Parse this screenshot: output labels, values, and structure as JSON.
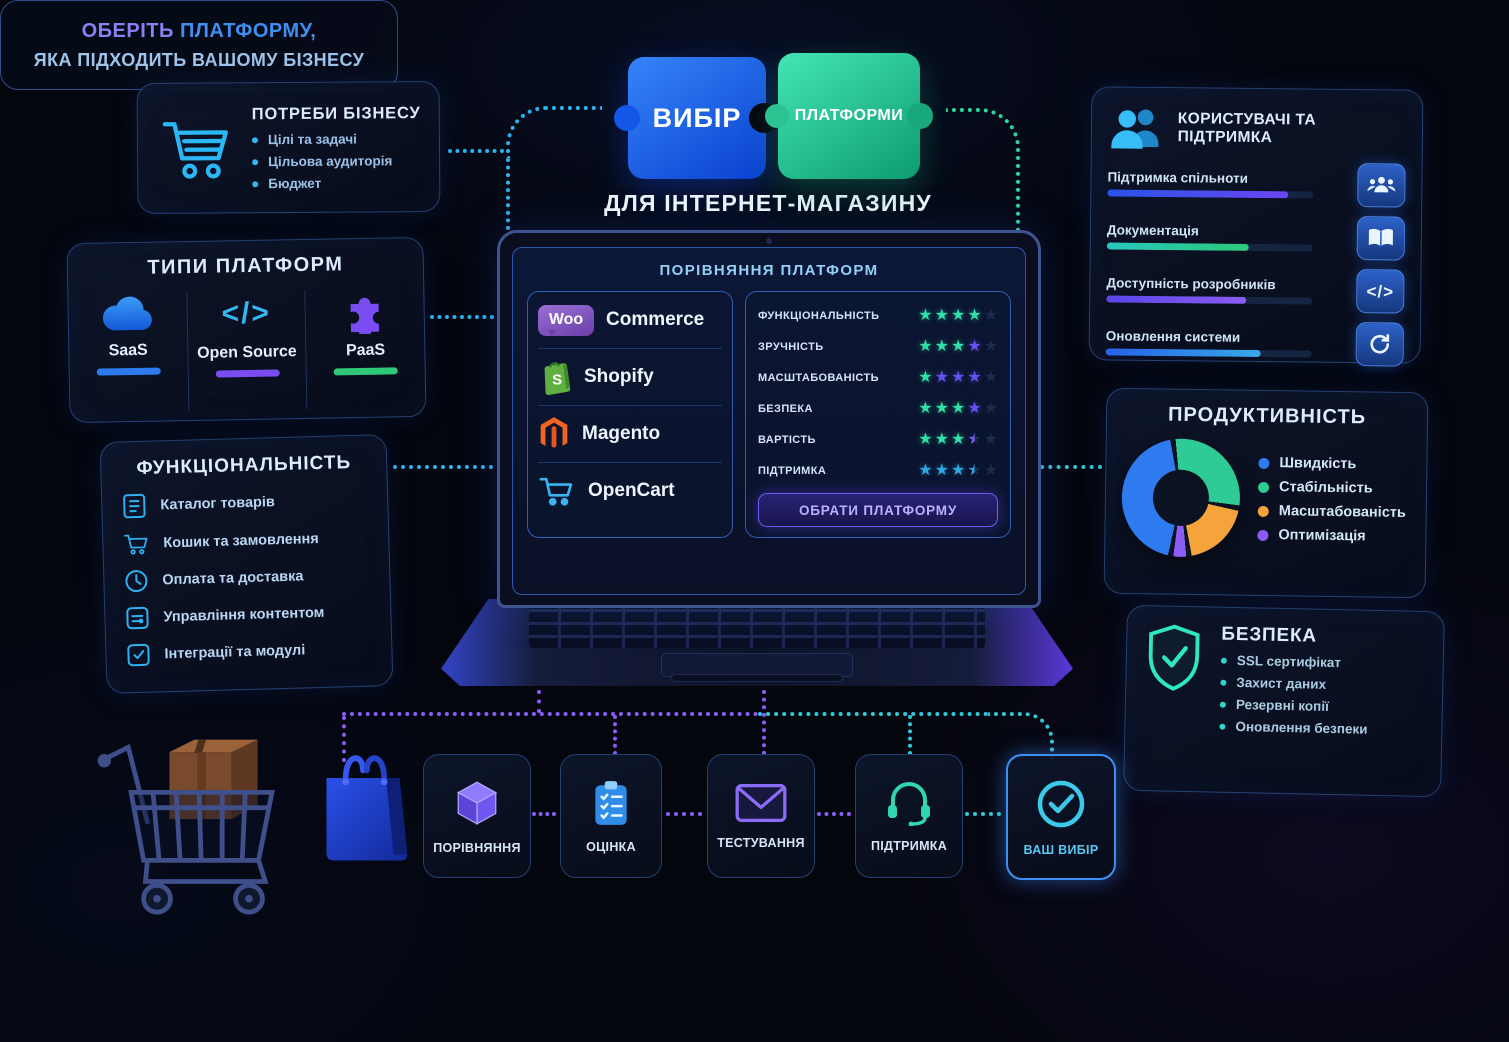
{
  "header": {
    "puzzle_left": "ВИБІР",
    "puzzle_right": "ПЛАТФОРМИ",
    "subtitle": "ДЛЯ ІНТЕРНЕТ-МАГАЗИНУ"
  },
  "business_needs": {
    "title": "ПОТРЕБИ БІЗНЕСУ",
    "icon": "shopping-cart-icon",
    "items": [
      "Цілі та задачі",
      "Цільова аудиторія",
      "Бюджет"
    ]
  },
  "platform_types": {
    "title": "ТИПИ ПЛАТФОРМ",
    "items": [
      {
        "label": "SaaS",
        "icon": "cloud-icon",
        "underline_color": "#2e7bf0"
      },
      {
        "label": "Open Source",
        "icon": "code-icon",
        "glyph": "</>",
        "underline_color": "#7a4df2"
      },
      {
        "label": "PaaS",
        "icon": "puzzle-icon",
        "underline_color": "#2ec878"
      }
    ]
  },
  "functionality": {
    "title": "ФУНКЦІОНАЛЬНІСТЬ",
    "items": [
      {
        "label": "Каталог товарів",
        "icon": "catalog-icon"
      },
      {
        "label": "Кошик та замовлення",
        "icon": "cart-icon"
      },
      {
        "label": "Оплата та доставка",
        "icon": "clock-icon"
      },
      {
        "label": "Управління контентом",
        "icon": "content-icon"
      },
      {
        "label": "Інтеграції та модулі",
        "icon": "modules-icon"
      }
    ]
  },
  "laptop": {
    "screen_title": "ПОРІВНЯННЯ ПЛАТФОРМ",
    "platforms": [
      {
        "badge": "Woo",
        "name": "Commerce",
        "icon": "woocommerce-logo"
      },
      {
        "name": "Shopify",
        "letter": "S",
        "icon": "shopify-logo"
      },
      {
        "name": "Magento",
        "icon": "magento-logo"
      },
      {
        "name": "OpenCart",
        "icon": "opencart-logo"
      }
    ],
    "ratings": [
      {
        "label": "ФУНКЦІОНАЛЬНІСТЬ",
        "value": 4,
        "stars": [
          "g",
          "g",
          "g",
          "g",
          "d"
        ]
      },
      {
        "label": "ЗРУЧНІСТЬ",
        "value": 4,
        "stars": [
          "g",
          "g",
          "g",
          "p",
          "d"
        ]
      },
      {
        "label": "МАСШТАБОВАНІСТЬ",
        "value": 4,
        "stars": [
          "g",
          "p",
          "p",
          "p",
          "d"
        ]
      },
      {
        "label": "БЕЗПЕКА",
        "value": 4,
        "stars": [
          "g",
          "g",
          "g",
          "p",
          "d"
        ]
      },
      {
        "label": "ВАРТІСТЬ",
        "value": 3.5,
        "stars": [
          "g",
          "g",
          "g",
          "h",
          "d"
        ]
      },
      {
        "label": "ПІДТРИМКА",
        "value": 3.5,
        "stars": [
          "b",
          "b",
          "b",
          "hb",
          "d"
        ]
      }
    ],
    "button_label": "ОБРАТИ ПЛАТФОРМУ"
  },
  "users_support": {
    "title": "КОРИСТУВАЧІ ТА ПІДТРИМКА",
    "icon": "users-icon",
    "metrics": [
      {
        "label": "Підтримка спільноти",
        "percent": 88,
        "icon": "community-icon"
      },
      {
        "label": "Документація",
        "percent": 69,
        "icon": "book-icon"
      },
      {
        "label": "Доступність розробників",
        "percent": 68,
        "icon": "code-icon",
        "glyph": "</>"
      },
      {
        "label": "Оновлення системи",
        "percent": 75,
        "icon": "refresh-icon"
      }
    ]
  },
  "performance": {
    "title": "ПРОДУКТИВНІСТЬ"
  },
  "security": {
    "title": "БЕЗПЕКА",
    "icon": "shield-check-icon",
    "items": [
      "SSL сертифікат",
      "Захист даних",
      "Резервні копії",
      "Оновлення безпеки"
    ]
  },
  "steps": [
    {
      "label": "ПОРІВНЯННЯ",
      "icon": "cube-icon"
    },
    {
      "label": "ОЦІНКА",
      "icon": "clipboard-icon"
    },
    {
      "label": "ТЕСТУВАННЯ",
      "icon": "envelope-icon"
    },
    {
      "label": "ПІДТРИМКА",
      "icon": "headset-icon"
    },
    {
      "label": "ВАШ ВИБІР",
      "icon": "check-circle-icon",
      "highlighted": true
    }
  ],
  "cta": {
    "line1_accent": "ОБЕРІТЬ",
    "line1_rest": " ПЛАТФОРМУ,",
    "line2": "ЯКА ПІДХОДИТЬ ВАШОМУ БІЗНЕСУ"
  },
  "chart_data": {
    "type": "pie",
    "title": "ПРОДУКТИВНІСТЬ",
    "labels": [
      "Швидкість",
      "Стабільність",
      "Масштабованість",
      "Оптимізація"
    ],
    "values": [
      45,
      30,
      20,
      5
    ],
    "colors": [
      "#2e7bf0",
      "#2ecb96",
      "#f5a33b",
      "#8b5cf6"
    ],
    "donut": true,
    "legend_position": "right"
  },
  "colors": {
    "accent_cyan": "#2cb3f0",
    "accent_green": "#2fd6a0",
    "accent_purple": "#8b5cf6",
    "accent_blue": "#2e7bf0",
    "star_green": "#2fe0a8",
    "star_purple": "#6550f0",
    "star_blue": "#2fa8e0",
    "star_dim": "#1b2b4d"
  }
}
